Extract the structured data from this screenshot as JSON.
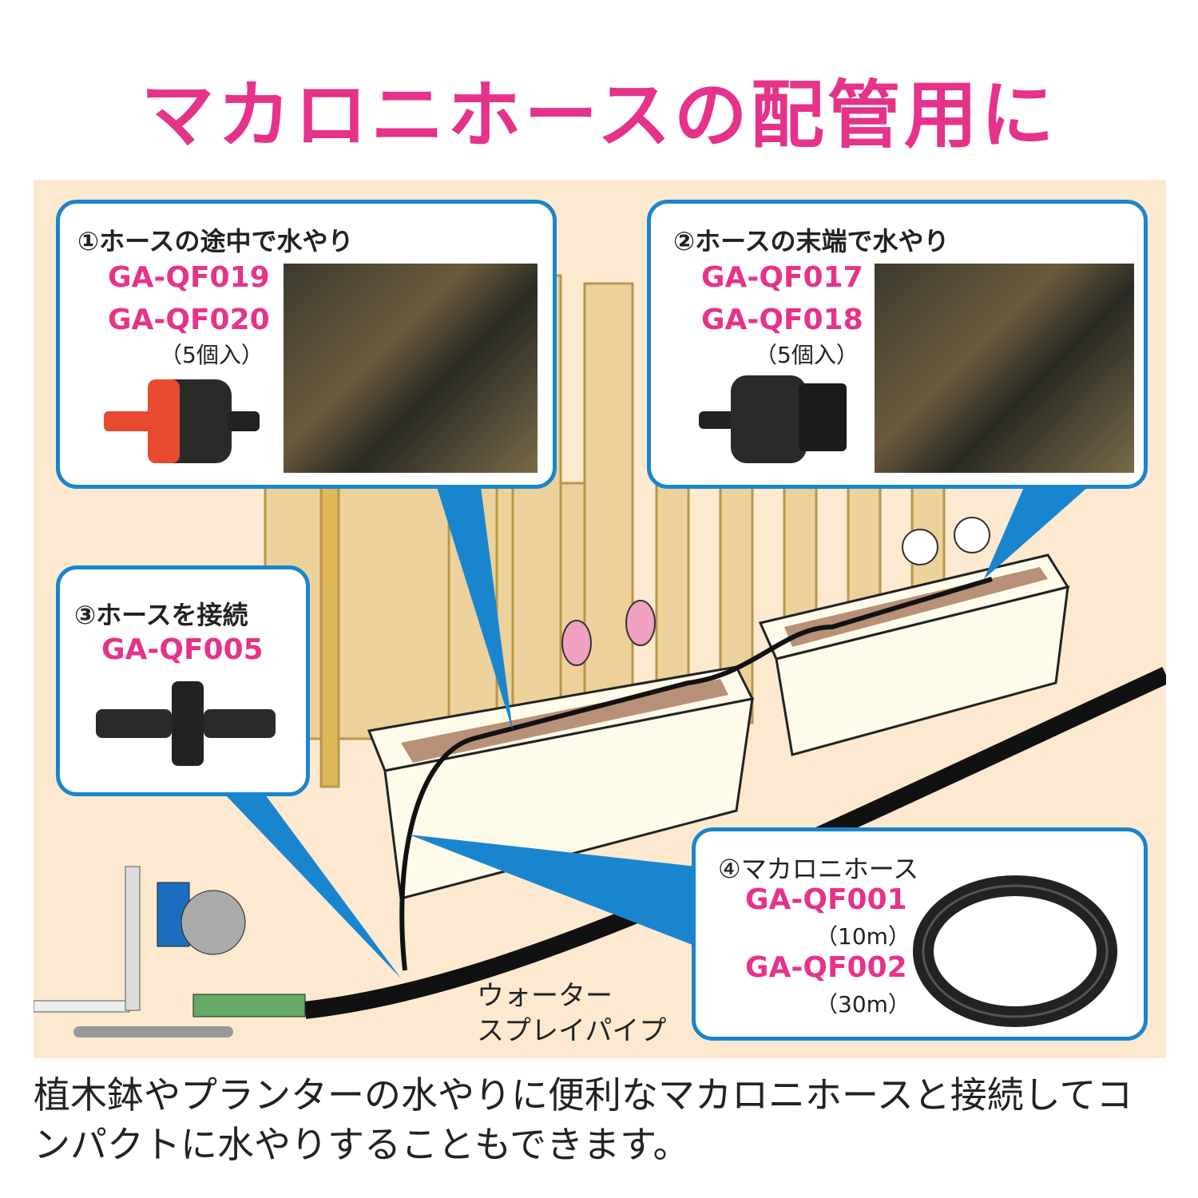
{
  "title": "マカロニホースの配管用に",
  "callouts": [
    {
      "heading": "①ホースの途中で水やり",
      "codes": [
        "GA-QF019",
        "GA-QF020"
      ],
      "note": "（5個入）"
    },
    {
      "heading": "②ホースの末端で水やり",
      "codes": [
        "GA-QF017",
        "GA-QF018"
      ],
      "note": "（5個入）"
    },
    {
      "heading": "③ホースを接続",
      "codes": [
        "GA-QF005"
      ]
    },
    {
      "heading": "④マカロニホース",
      "codes": [
        "GA-QF001",
        "GA-QF002"
      ],
      "notes": [
        "（10m）",
        "（30m）"
      ]
    }
  ],
  "pipe_label": [
    "ウォーター",
    "スプレイパイプ"
  ],
  "description": "植木鉢やプランターの水やりに便利なマカロニホースと接続してコンパクトに水やりすることもできます。",
  "colors": {
    "accent": "#e6338a",
    "border": "#1a85cf",
    "background": "#fce9cf"
  }
}
